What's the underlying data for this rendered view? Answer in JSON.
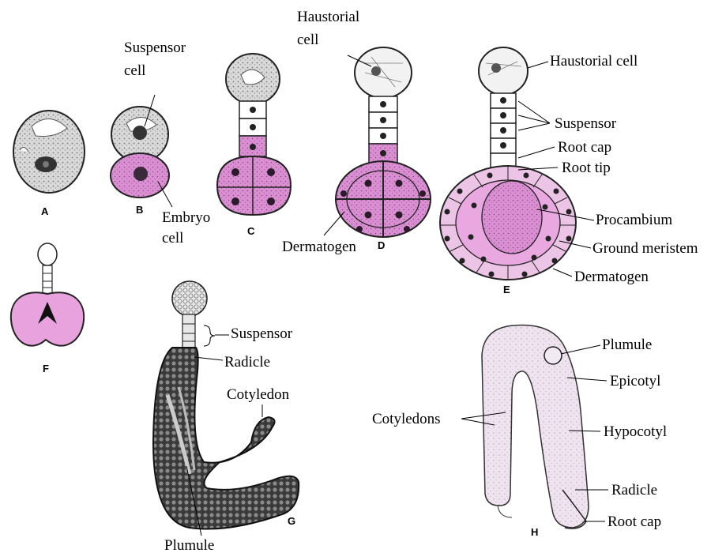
{
  "colors": {
    "embryo_pink": "#d98fd1",
    "embryo_pink_light": "#ecc4e6",
    "cell_grey": "#cfcfcf",
    "outline": "#222222",
    "cotyledon_pale": "#ecdcec"
  },
  "figures": {
    "a": "A",
    "b": "B",
    "c": "C",
    "d": "D",
    "e": "E",
    "f": "F",
    "g": "G",
    "h": "H"
  },
  "labels": {
    "suspensor_cell_1": "Suspensor",
    "suspensor_cell_2": "cell",
    "embryo_cell_1": "Embryo",
    "embryo_cell_2": "cell",
    "haustorial_d_1": "Haustorial",
    "haustorial_d_2": "cell",
    "dermatogen_d": "Dermatogen",
    "haustorial_e": "Haustorial cell",
    "suspensor_e": "Suspensor",
    "root_cap_e": "Root cap",
    "root_tip_e": "Root tip",
    "procambium": "Procambium",
    "ground_meristem": "Ground meristem",
    "dermatogen_e": "Dermatogen",
    "suspensor_g": "Suspensor",
    "radicle_g": "Radicle",
    "cotyledon_g": "Cotyledon",
    "plumule_g": "Plumule",
    "plumule_h": "Plumule",
    "epicotyl": "Epicotyl",
    "cotyledons_h": "Cotyledons",
    "hypocotyl": "Hypocotyl",
    "radicle_h": "Radicle",
    "root_cap_h": "Root cap"
  }
}
